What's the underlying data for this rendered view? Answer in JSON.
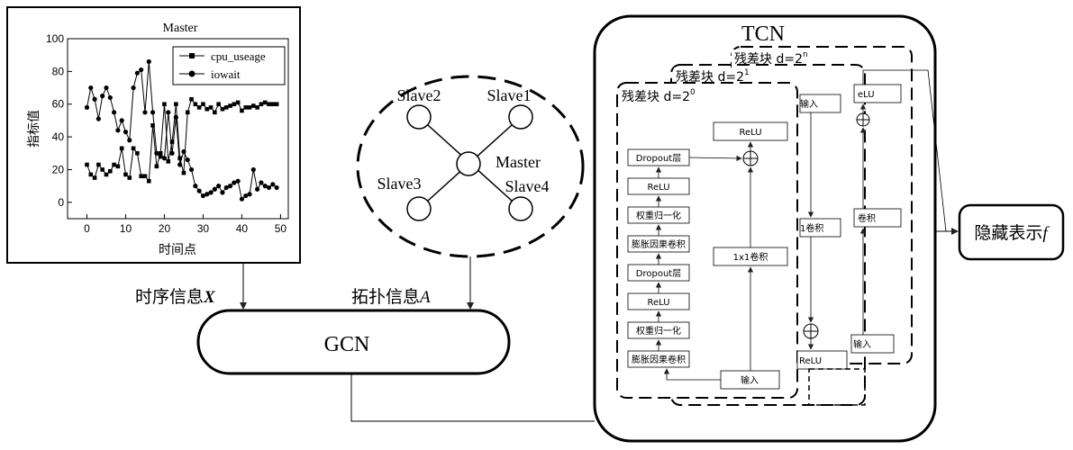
{
  "chart_data": {
    "type": "line",
    "title": "Master",
    "xlabel": "时间点",
    "ylabel": "指标值",
    "xlim": [
      -5,
      52
    ],
    "ylim": [
      -10,
      100
    ],
    "xticks": [
      0,
      10,
      20,
      30,
      40,
      50
    ],
    "yticks": [
      0,
      20,
      40,
      60,
      80,
      100
    ],
    "legend_position": "top-right",
    "grid": false,
    "series": [
      {
        "name": "cpu_useage",
        "marker": "square",
        "x": [
          0,
          1,
          2,
          3,
          4,
          5,
          6,
          7,
          8,
          9,
          10,
          11,
          12,
          13,
          14,
          15,
          16,
          17,
          18,
          19,
          20,
          21,
          22,
          23,
          24,
          25,
          26,
          27,
          28,
          29,
          30,
          31,
          32,
          33,
          34,
          35,
          36,
          37,
          38,
          39,
          40,
          41,
          42,
          43,
          44,
          45,
          46,
          47,
          48,
          49
        ],
        "values": [
          23,
          17,
          15,
          23,
          20,
          17,
          19,
          23,
          22,
          33,
          17,
          15,
          33,
          30,
          16,
          16,
          13,
          47,
          22,
          30,
          60,
          25,
          37,
          60,
          27,
          18,
          55,
          63,
          60,
          58,
          60,
          57,
          58,
          55,
          60,
          57,
          58,
          59,
          60,
          61,
          56,
          58,
          58,
          59,
          58,
          60,
          61,
          60,
          60,
          60
        ]
      },
      {
        "name": "iowait",
        "marker": "circle",
        "x": [
          0,
          1,
          2,
          3,
          4,
          5,
          6,
          7,
          8,
          9,
          10,
          11,
          12,
          13,
          14,
          15,
          16,
          17,
          18,
          19,
          20,
          21,
          22,
          23,
          24,
          25,
          26,
          27,
          28,
          29,
          30,
          31,
          32,
          33,
          34,
          35,
          36,
          37,
          38,
          39,
          40,
          41,
          42,
          43,
          44,
          45,
          46,
          47,
          48,
          49
        ],
        "values": [
          58,
          70,
          63,
          51,
          65,
          70,
          64,
          55,
          44,
          50,
          43,
          38,
          70,
          79,
          81,
          55,
          86,
          55,
          30,
          28,
          27,
          55,
          30,
          52,
          23,
          31,
          26,
          20,
          10,
          7,
          4,
          5,
          6,
          8,
          10,
          6,
          9,
          10,
          12,
          13,
          2,
          4,
          5,
          20,
          8,
          12,
          10,
          9,
          11,
          9
        ]
      }
    ]
  },
  "labels": {
    "temporal_info": "时序信息",
    "temporal_var": "X",
    "topology_info": "拓扑信息",
    "topology_var": "A",
    "gcn": "GCN",
    "tcn": "TCN",
    "hidden_repr": "隐藏表示",
    "hidden_var": "f"
  },
  "topology": {
    "center": "Master",
    "nodes": [
      "Slave2",
      "Slave1",
      "Slave3",
      "Slave4"
    ]
  },
  "tcn_block": {
    "block0_title": "残差块 d=2",
    "block0_sup": "0",
    "block1_title": "残差块 d=2",
    "block1_sup": "1",
    "block2_title": "残差块 d=2",
    "block2_sup": "n",
    "left_column": [
      "Dropout层",
      "ReLU",
      "权重归一化",
      "膨胀因果卷积",
      "Dropout层",
      "ReLU",
      "权重归一化",
      "膨胀因果卷积"
    ],
    "relu_top": "ReLU",
    "conv_1x1": "1x1卷积",
    "input": "输入",
    "block1_input": "输入",
    "block1_conv": "1卷积",
    "block1_relu": "ReLU",
    "block2_relu": "eLU",
    "block2_conv": "卷积",
    "block2_input": "输入"
  }
}
